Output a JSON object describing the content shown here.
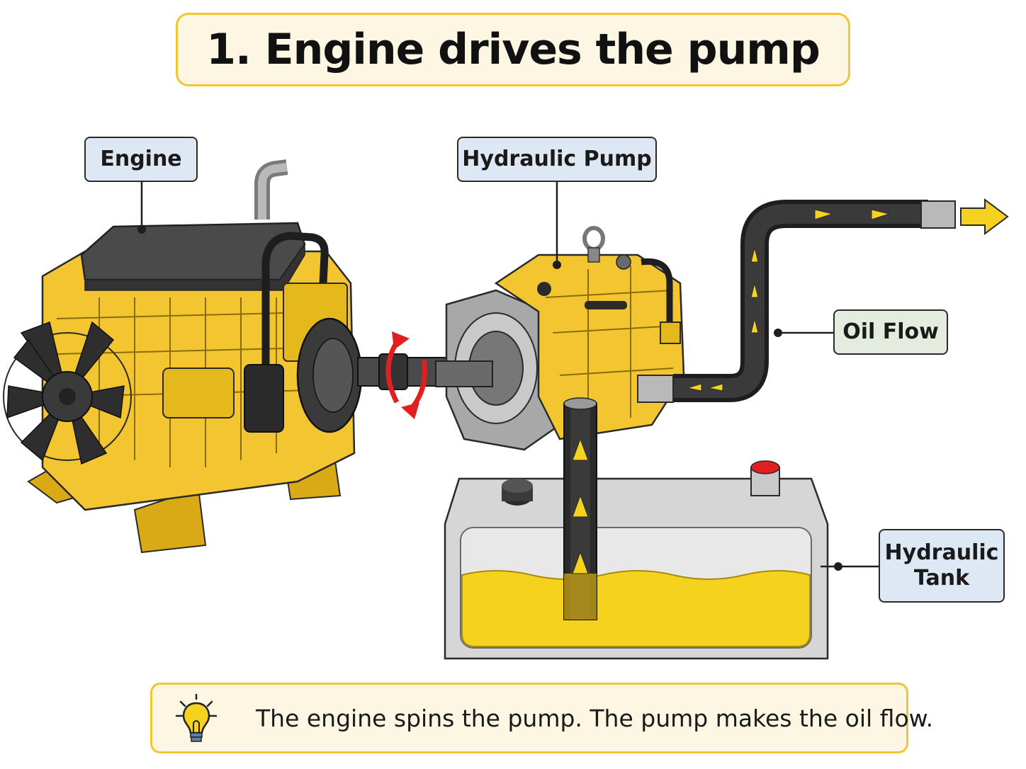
{
  "title": "1.  Engine drives the pump",
  "labels": {
    "engine": "Engine",
    "pump": "Hydraulic Pump",
    "oil_flow": "Oil Flow",
    "tank_line1": "Hydraulic",
    "tank_line2": "Tank"
  },
  "tip": {
    "icon": "lightbulb-icon",
    "text": "The engine spins the pump. The pump makes the oil flow."
  },
  "colors": {
    "machine_yellow": "#f2c531",
    "oil_yellow": "#f5d21e",
    "hose_black": "#1e1e1e",
    "rotation_red": "#e02020",
    "accent_border": "#f2c531"
  }
}
